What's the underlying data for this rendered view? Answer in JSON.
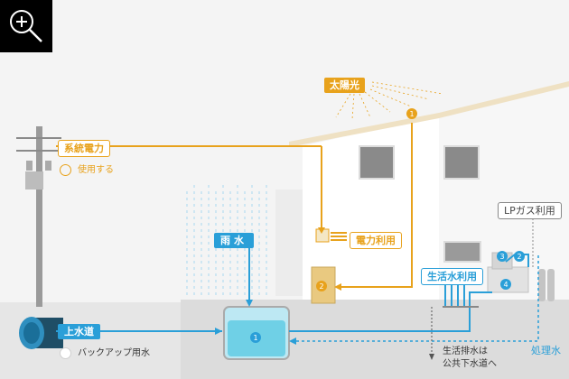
{
  "labels": {
    "solar": "太陽光",
    "grid_power": "系統電力",
    "in_use": "使用する",
    "rain": "雨水",
    "power_use": "電力利用",
    "lp_gas": "LPガス利用",
    "domestic_water": "生活水利用",
    "city_water": "上水道",
    "backup_water": "バックアップ用水",
    "drainage_line1": "生活排水は",
    "drainage_line2": "公共下水道へ",
    "treated_water": "処理水"
  },
  "markers": {
    "m1_solar": "1",
    "m2_power": "2",
    "m1_tank": "1",
    "m2_treat": "2",
    "m3_treat": "3",
    "m4_treat": "4"
  },
  "colors": {
    "power": "#e8a21c",
    "water": "#2a9fd8",
    "zoom_button": "#000000"
  },
  "icons": {
    "zoom": "zoom-in-icon"
  }
}
